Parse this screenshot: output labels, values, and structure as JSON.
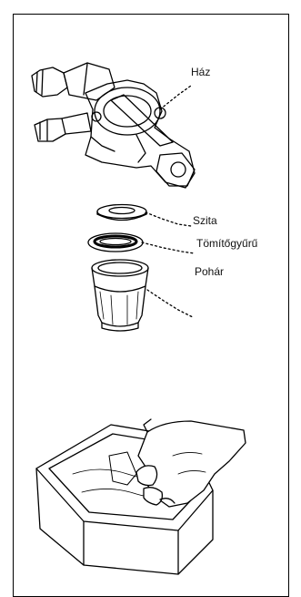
{
  "labels": {
    "housing": "Ház",
    "strainer": "Szita",
    "seal_ring": "Tömítőgyűrű",
    "bowl": "Pohár"
  },
  "colors": {
    "ink": "#000000",
    "background": "#ffffff"
  }
}
